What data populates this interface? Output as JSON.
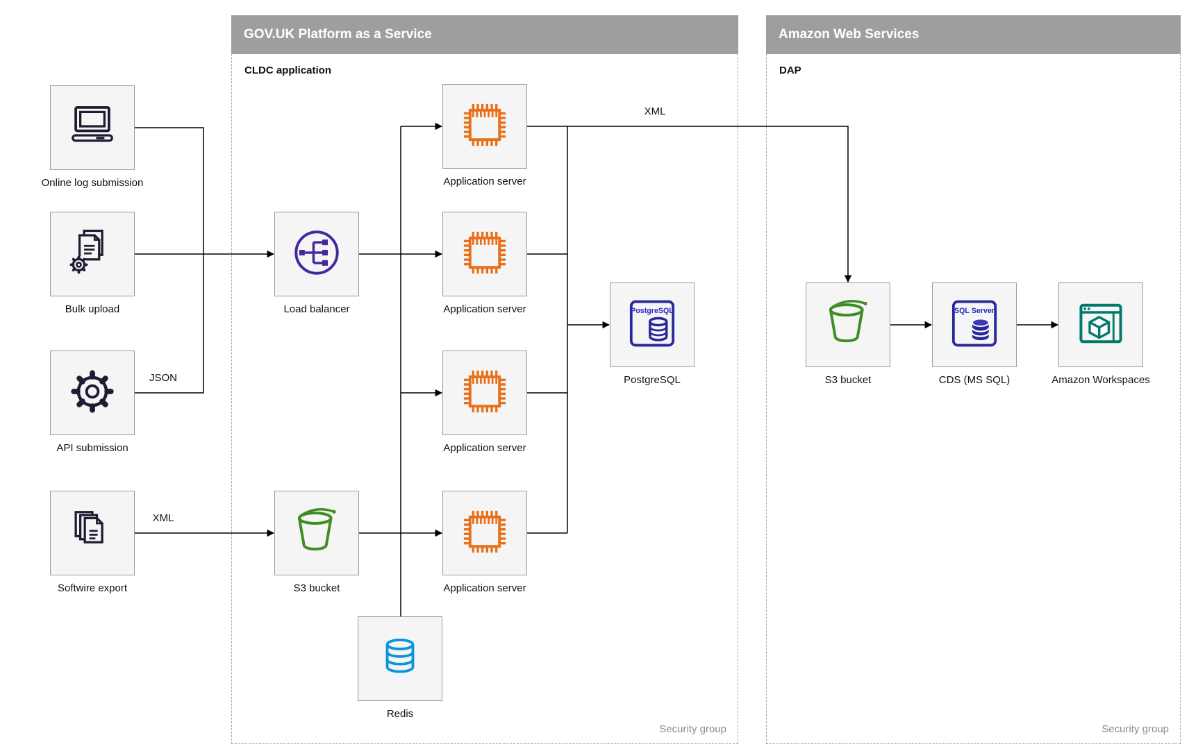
{
  "containers": {
    "govuk": {
      "title": "GOV.UK Platform as a Service",
      "sublabel": "CLDC application",
      "footer": "Security group"
    },
    "aws": {
      "title": "Amazon Web Services",
      "sublabel": "DAP",
      "footer": "Security group"
    }
  },
  "nodes": {
    "online_log": {
      "label": "Online log submission",
      "icon": "computer-icon"
    },
    "bulk_upload": {
      "label": "Bulk upload",
      "icon": "document-gear-icon"
    },
    "api_submission": {
      "label": "API submission",
      "icon": "gear-icon"
    },
    "softwire_export": {
      "label": "Softwire export",
      "icon": "documents-icon"
    },
    "load_balancer": {
      "label": "Load balancer",
      "icon": "load-balancer-icon"
    },
    "app_server_1": {
      "label": "Application server",
      "icon": "chip-icon"
    },
    "app_server_2": {
      "label": "Application server",
      "icon": "chip-icon"
    },
    "app_server_3": {
      "label": "Application server",
      "icon": "chip-icon"
    },
    "app_server_4": {
      "label": "Application server",
      "icon": "chip-icon"
    },
    "postgresql": {
      "label": "PostgreSQL",
      "icon": "postgresql-icon",
      "icon_text": "PostgreSQL"
    },
    "s3_govuk": {
      "label": "S3 bucket",
      "icon": "s3-bucket-icon"
    },
    "redis": {
      "label": "Redis",
      "icon": "redis-database-icon"
    },
    "s3_aws": {
      "label": "S3 bucket",
      "icon": "s3-bucket-icon"
    },
    "cds": {
      "label": "CDS (MS SQL)",
      "icon": "sql-server-icon",
      "icon_text": "SQL Server"
    },
    "workspaces": {
      "label": "Amazon Workspaces",
      "icon": "workspaces-icon"
    }
  },
  "edge_labels": {
    "api_json": "JSON",
    "softwire_xml": "XML",
    "app_to_aws_xml": "XML"
  },
  "colors": {
    "container_header": "#9e9e9e",
    "node_fill": "#f5f5f5",
    "node_border": "#999999",
    "dark_icon": "#1c1c32",
    "purple": "#4527a0",
    "orange": "#e8701a",
    "postgres_blue": "#28289b",
    "green": "#3f8e24",
    "redis_blue": "#0a95dd",
    "sql_blue": "#28289b",
    "teal": "#00796b",
    "line": "#000000",
    "security_text": "#8a8a8a"
  }
}
